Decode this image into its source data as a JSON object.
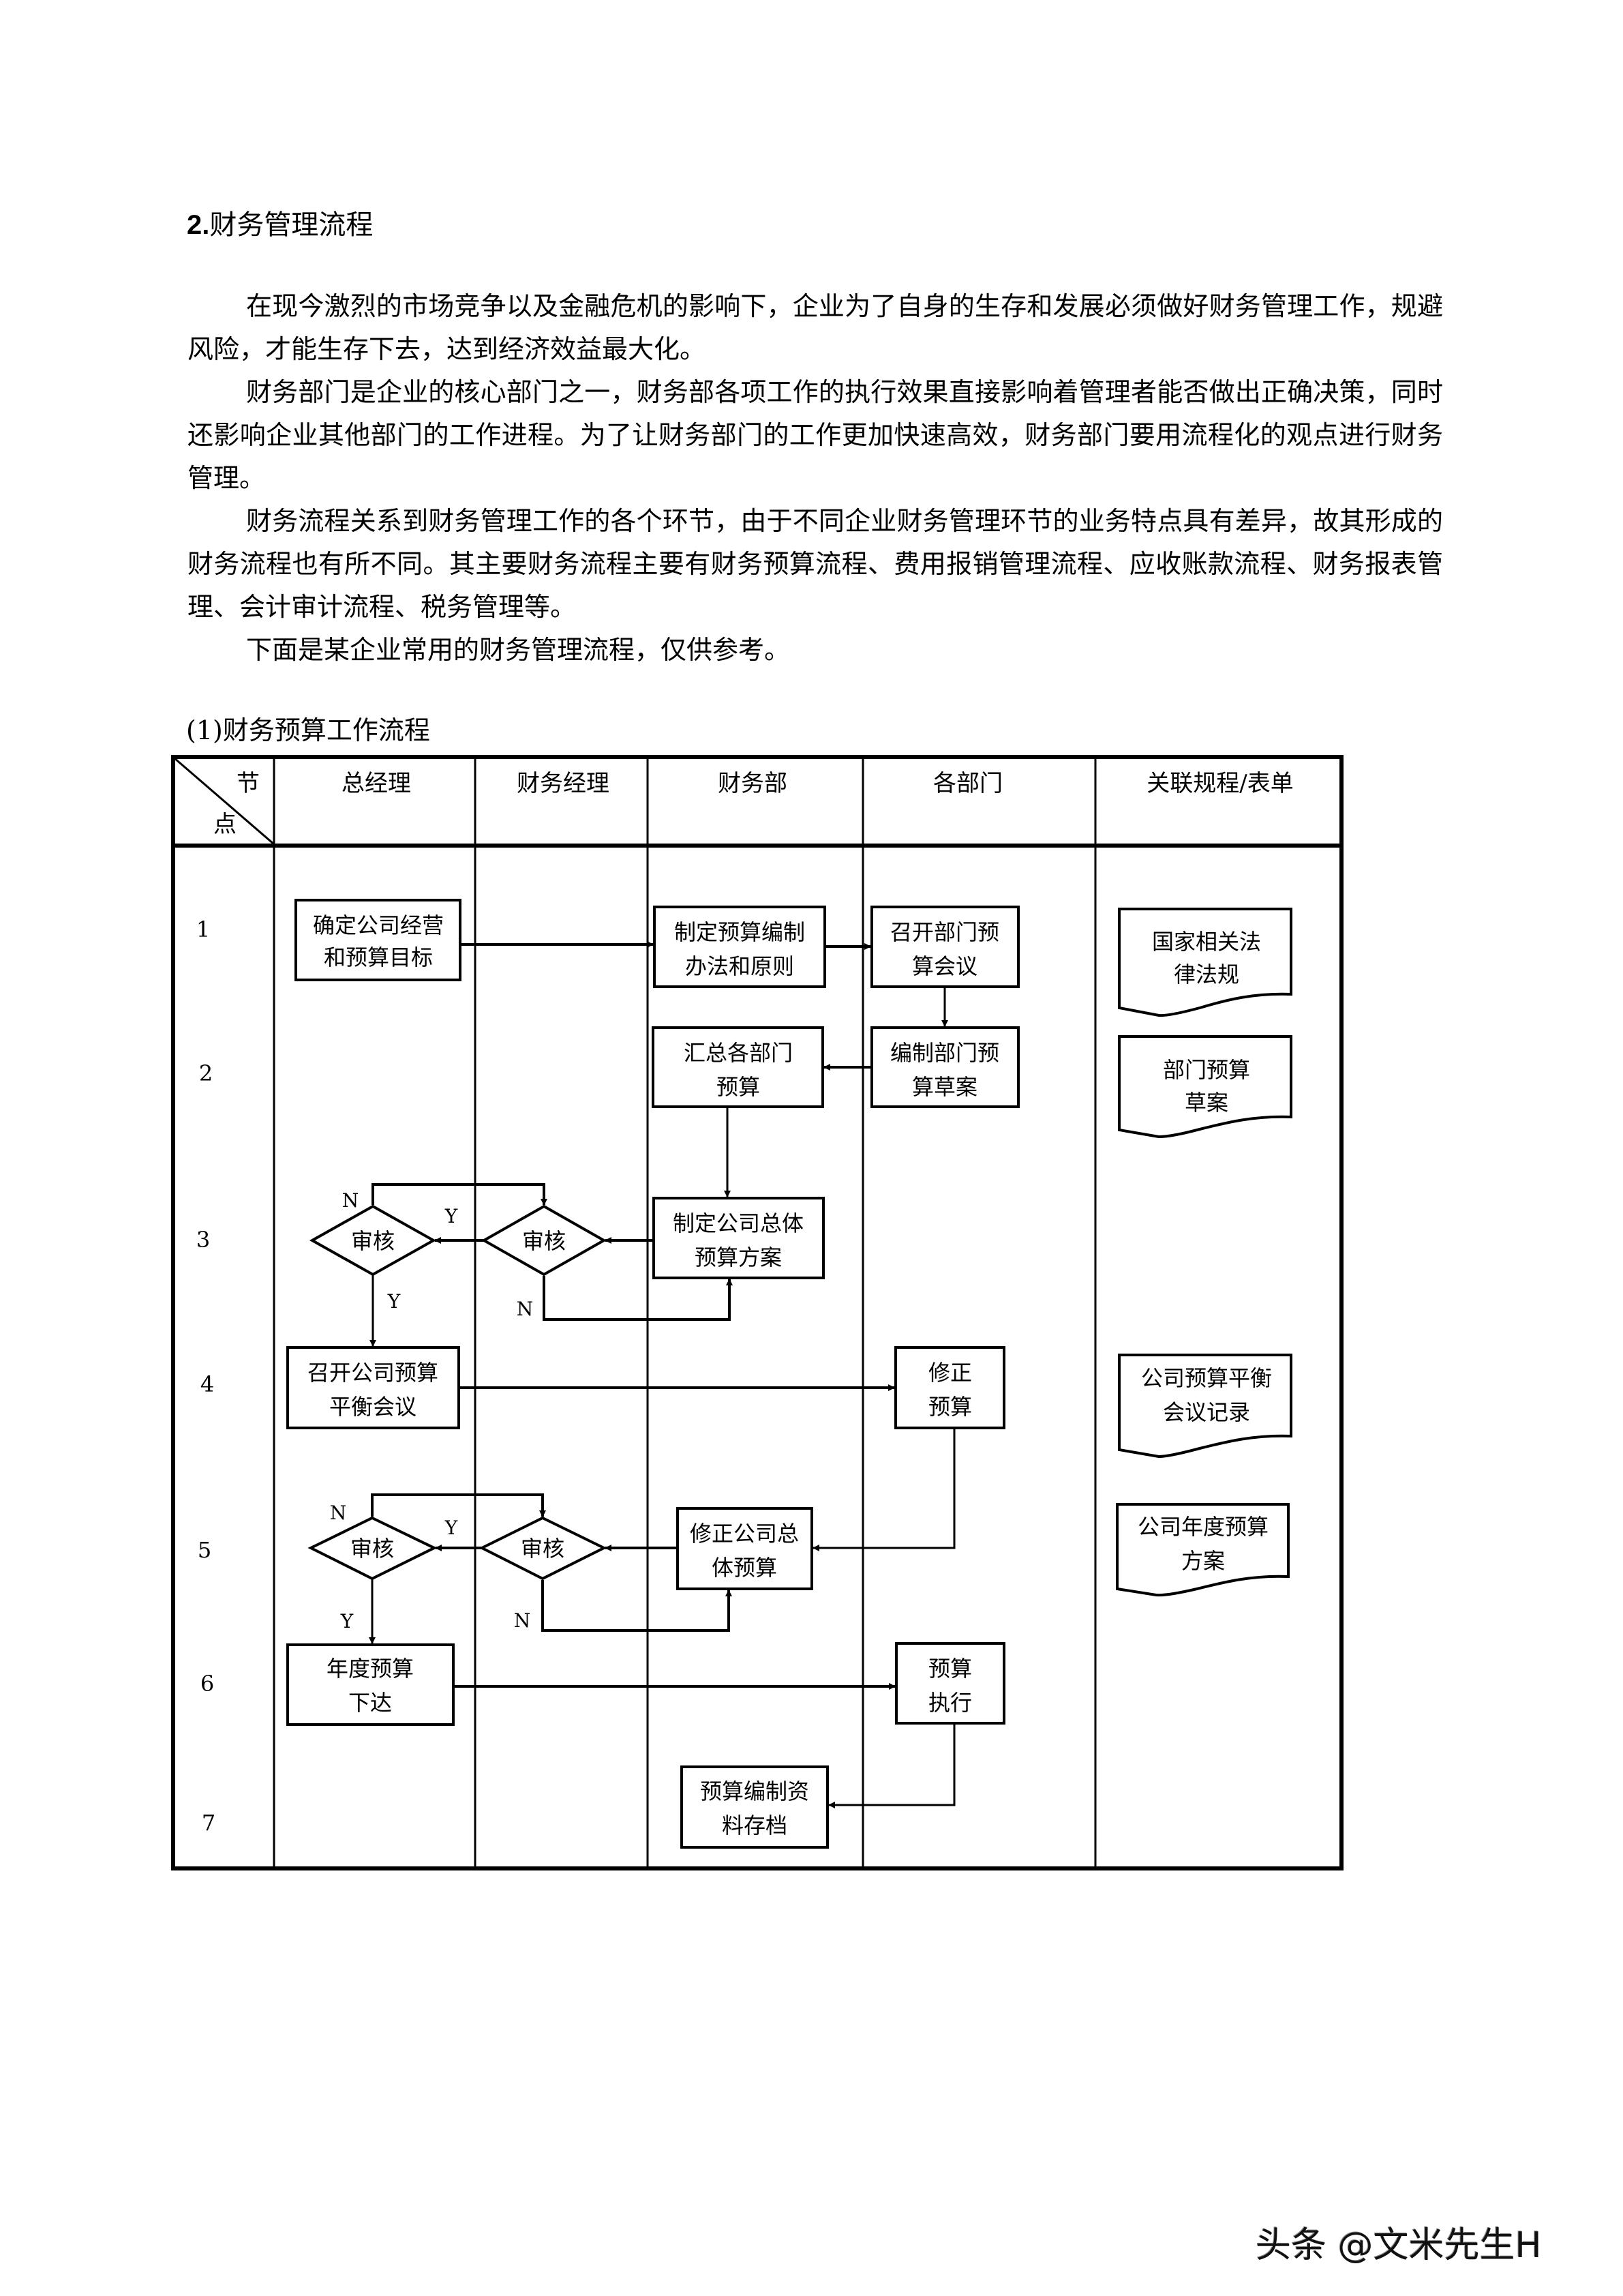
{
  "section": {
    "number": "2.",
    "title": "财务管理流程"
  },
  "paragraphs": [
    "在现今激烈的市场竞争以及金融危机的影响下，企业为了自身的生存和发展必须做好财务管理工作，规避风险，才能生存下去，达到经济效益最大化。",
    "财务部门是企业的核心部门之一，财务部各项工作的执行效果直接影响着管理者能否做出正确决策，同时还影响企业其他部门的工作进程。为了让财务部门的工作更加快速高效，财务部门要用流程化的观点进行财务管理。",
    "财务流程关系到财务管理工作的各个环节，由于不同企业财务管理环节的业务特点具有差异，故其形成的财务流程也有所不同。其主要财务流程主要有财务预算流程、费用报销管理流程、应收账款流程、财务报表管理、会计审计流程、税务管理等。",
    "下面是某企业常用的财务管理流程，仅供参考。"
  ],
  "flowchart": {
    "caption": "(1)财务预算工作流程",
    "corner_header": {
      "top": "节",
      "bottom": "点"
    },
    "columns": [
      "总经理",
      "财务经理",
      "财务部",
      "各部门",
      "关联规程/表单"
    ],
    "rows": [
      "1",
      "2",
      "3",
      "4",
      "5",
      "6",
      "7"
    ],
    "process_boxes": {
      "set_targets": [
        "确定公司经营",
        "和预算目标"
      ],
      "make_rules": [
        "制定预算编制",
        "办法和原则"
      ],
      "dept_meeting": [
        "召开部门预",
        "算会议"
      ],
      "aggregate": [
        "汇总各部门",
        "预算"
      ],
      "dept_draft": [
        "编制部门预",
        "算草案"
      ],
      "overall_plan": [
        "制定公司总体",
        "预算方案"
      ],
      "balance_meeting": [
        "召开公司预算",
        "平衡会议"
      ],
      "revise_budget": [
        "修正",
        "预算"
      ],
      "revise_overall": [
        "修正公司总",
        "体预算"
      ],
      "issue_annual": [
        "年度预算",
        "下达"
      ],
      "execute": [
        "预算",
        "执行"
      ],
      "archive": [
        "预算编制资",
        "料存档"
      ]
    },
    "decisions": {
      "label": "审核",
      "yes": "Y",
      "no": "N"
    },
    "documents": {
      "laws": [
        "国家相关法",
        "律法规"
      ],
      "dept_draft_doc": [
        "部门预算",
        "草案"
      ],
      "meeting_record": [
        "公司预算平衡",
        "会议记录"
      ],
      "annual_plan": [
        "公司年度预算",
        "方案"
      ]
    }
  },
  "watermark": "头条 @文米先生H"
}
